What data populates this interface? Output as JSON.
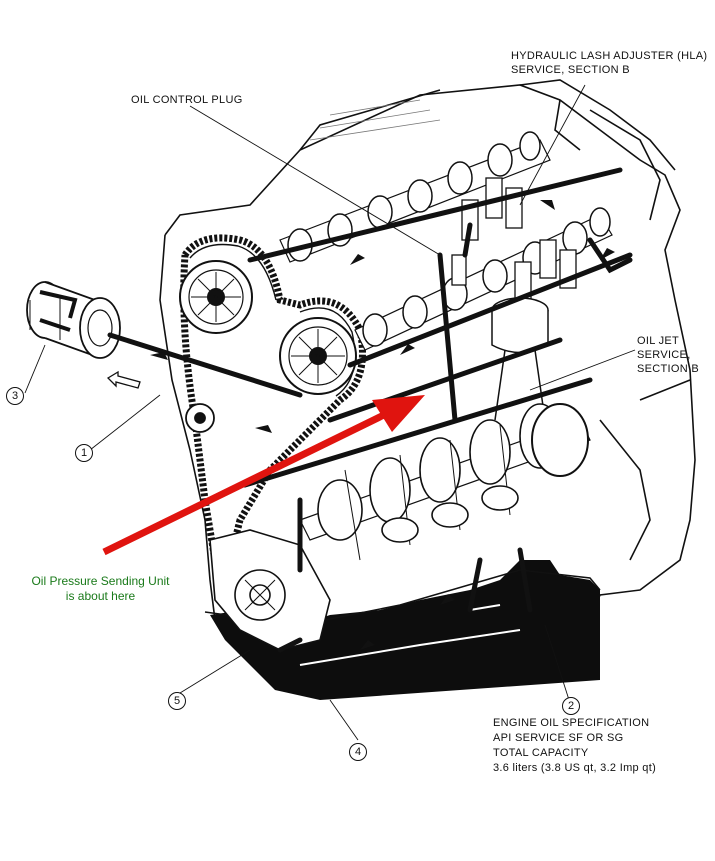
{
  "labels": {
    "hla_line1": "HYDRAULIC LASH ADJUSTER (HLA)",
    "hla_line2": "SERVICE, SECTION B",
    "oil_control_plug": "OIL CONTROL PLUG",
    "oil_jet_line1": "OIL JET",
    "oil_jet_line2": "SERVICE,",
    "oil_jet_line3": "SECTION B",
    "spec_line1": "ENGINE OIL SPECIFICATION",
    "spec_line2": "API SERVICE SF OR SG",
    "spec_line3": "TOTAL CAPACITY",
    "spec_line4": "3.6 liters (3.8 US qt, 3.2 Imp qt)"
  },
  "annotation": {
    "line1": "Oil Pressure Sending Unit",
    "line2": "is about here",
    "text_color": "#1a7a1a",
    "arrow_color": "#e0140f"
  },
  "callouts": [
    "1",
    "2",
    "3",
    "4",
    "5"
  ],
  "colors": {
    "line": "#111111",
    "oil_pan": "#0d0d0d",
    "background": "#ffffff"
  }
}
